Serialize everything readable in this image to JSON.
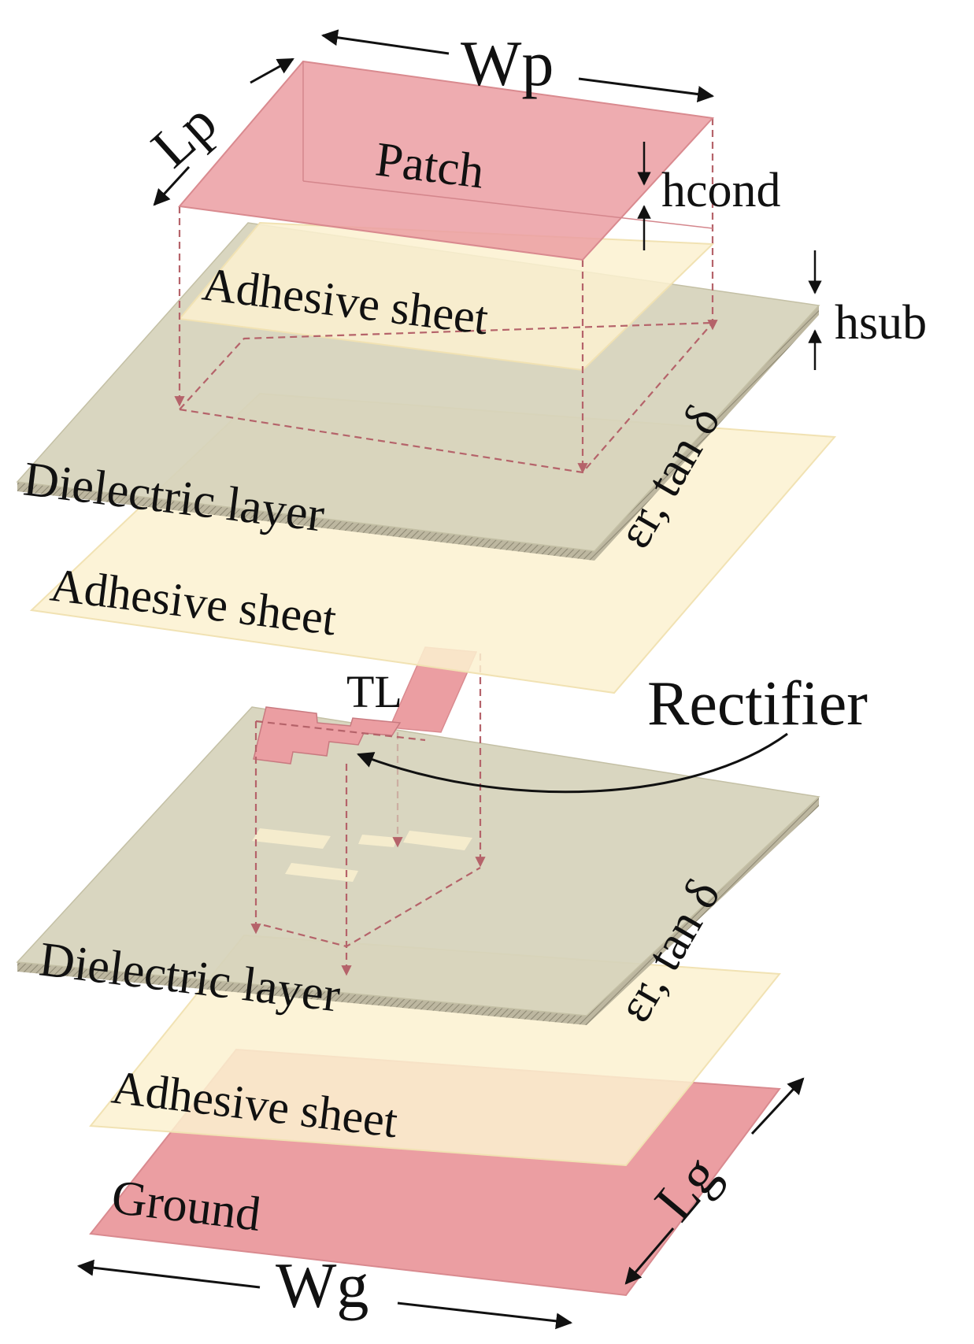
{
  "labels": {
    "patch": "Patch",
    "wp": "Wp",
    "lp": "Lp",
    "hcond": "hcond",
    "hsub": "hsub",
    "adhesive_top": "Adhesive sheet",
    "dielectric_top": "Dielectric layer",
    "eps_top": "εr, tan δ",
    "adhesive_middle": "Adhesive sheet",
    "tl": "TL",
    "rectifier": "Rectifier",
    "dielectric_bottom": "Dielectric layer",
    "eps_bottom": "εr, tan δ",
    "adhesive_bottom": "Adhesive sheet",
    "ground": "Ground",
    "wg": "Wg",
    "lg": "Lg"
  },
  "colors": {
    "copper": "#eb9ea2",
    "copper_edge": "#d98a8f",
    "adhesive": "#fbf1d0",
    "dielectric": "#d6d3bb",
    "dielectric_edge": "#a9a48c",
    "projection_line": "#b5636a",
    "ink": "#111111"
  }
}
